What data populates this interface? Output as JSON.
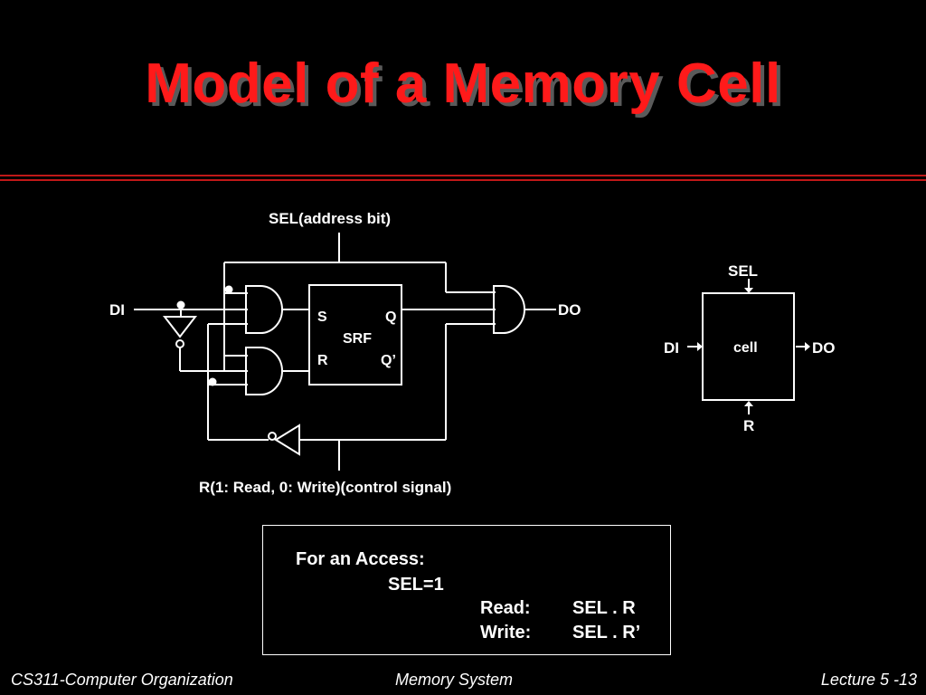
{
  "slide": {
    "title": "Model of a Memory Cell"
  },
  "circuit": {
    "sel_label": "SEL(address bit)",
    "di_label": "DI",
    "do_label": "DO",
    "srf_s": "S",
    "srf_q": "Q",
    "srf_name": "SRF",
    "srf_r": "R",
    "srf_qbar": "Q’",
    "r_label": "R(1: Read, 0: Write)(control signal)"
  },
  "cell_block": {
    "sel": "SEL",
    "di": "DI",
    "name": "cell",
    "do": "DO",
    "r": "R"
  },
  "access_note": {
    "heading": "For an Access:",
    "sel_eq": "SEL=1",
    "read_label": "Read:",
    "read_expr": "SEL . R",
    "write_label": "Write:",
    "write_expr": "SEL . R’"
  },
  "footer": {
    "left": "CS311-Computer Organization",
    "center": "Memory System",
    "right": "Lecture 5 -13"
  }
}
